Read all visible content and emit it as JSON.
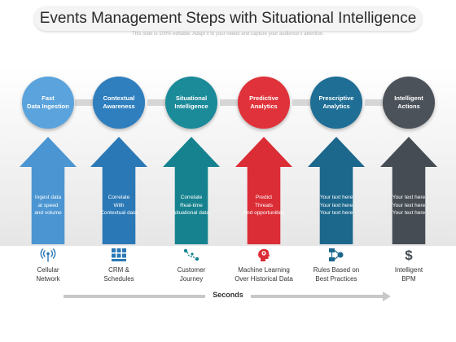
{
  "title": "Events Management Steps with Situational Intelligence",
  "subtitle": "This slide is 100% editable. Adapt it to your needs and capture your audience's attention.",
  "steps": [
    {
      "circle_label": "Fast\nData Ingestion",
      "arrow_text": "Ingest data\nat speed\nand volume",
      "icon": "antenna-signal-icon",
      "bottom_label": "Cellular\nNetwork",
      "circle_color": "#5ba3dc",
      "arrow_color": "#4a95d2"
    },
    {
      "circle_label": "Contextual\nAwareness",
      "arrow_text": "Correlate\nWith\nContextual data",
      "icon": "grid-blocks-icon",
      "bottom_label": "CRM &\nSchedules",
      "circle_color": "#2f7fbf",
      "arrow_color": "#2a78b6"
    },
    {
      "circle_label": "Situational\nIntelligence",
      "arrow_text": "Correlate\nReal-time\nsituational data",
      "icon": "journey-path-icon",
      "bottom_label": "Customer\nJourney",
      "circle_color": "#1b8a99",
      "arrow_color": "#16828f"
    },
    {
      "circle_label": "Predictive\nAnalytics",
      "arrow_text": "Predict\nThreats\nAnd opportunities",
      "icon": "head-gear-icon",
      "bottom_label": "Machine Learning\nOver Historical  Data",
      "circle_color": "#e0323a",
      "arrow_color": "#db2d36"
    },
    {
      "circle_label": "Prescriptive\nAnalytics",
      "arrow_text": "Your text here\nYour text here\nYour text here",
      "icon": "rules-flow-icon",
      "bottom_label": "Rules Based on\nBest Practices",
      "circle_color": "#1f6e95",
      "arrow_color": "#1c678c"
    },
    {
      "circle_label": "Intelligent\nActions",
      "arrow_text": "Your text here\nYour text here\nYour text here",
      "icon": "dollar-icon",
      "bottom_label": "Intelligent\nBPM",
      "circle_color": "#4b5259",
      "arrow_color": "#454c53"
    }
  ],
  "timeline_label": "Seconds",
  "colors": {
    "icon": "#2a78b6",
    "connector": "#d6d6d6",
    "timeline": "#c8c8c8"
  }
}
